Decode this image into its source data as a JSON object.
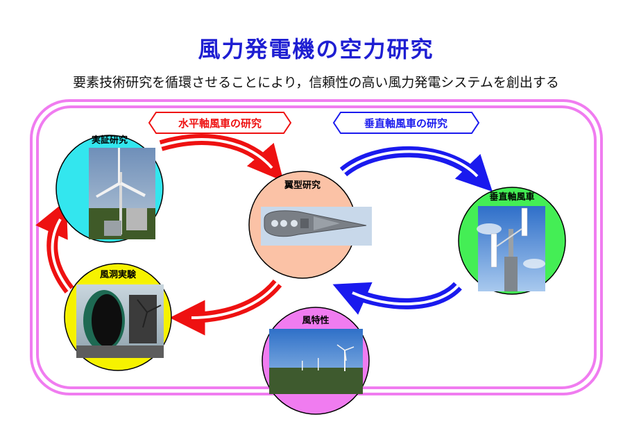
{
  "title": "風力発電機の空力研究",
  "subtitle": "要素技術研究を循環させることにより，信頼性の高い風力発電システムを創出する",
  "tags": {
    "horizontal": "水平軸風車の研究",
    "vertical": "垂直軸風車の研究"
  },
  "nodes": {
    "field": "実証研究",
    "airfoil": "翼型研究",
    "vawt": "垂直軸風車",
    "tunnel": "風洞実験",
    "wind": "風特性"
  },
  "colors": {
    "horizontal": "#ee1111",
    "vertical": "#1a1aee",
    "frame": "#f07cf0",
    "field": "#33e6ee",
    "airfoil": "#fbc2a6",
    "vawt": "#44ee55",
    "tunnel": "#f6f200",
    "wind": "#f07cf0"
  }
}
